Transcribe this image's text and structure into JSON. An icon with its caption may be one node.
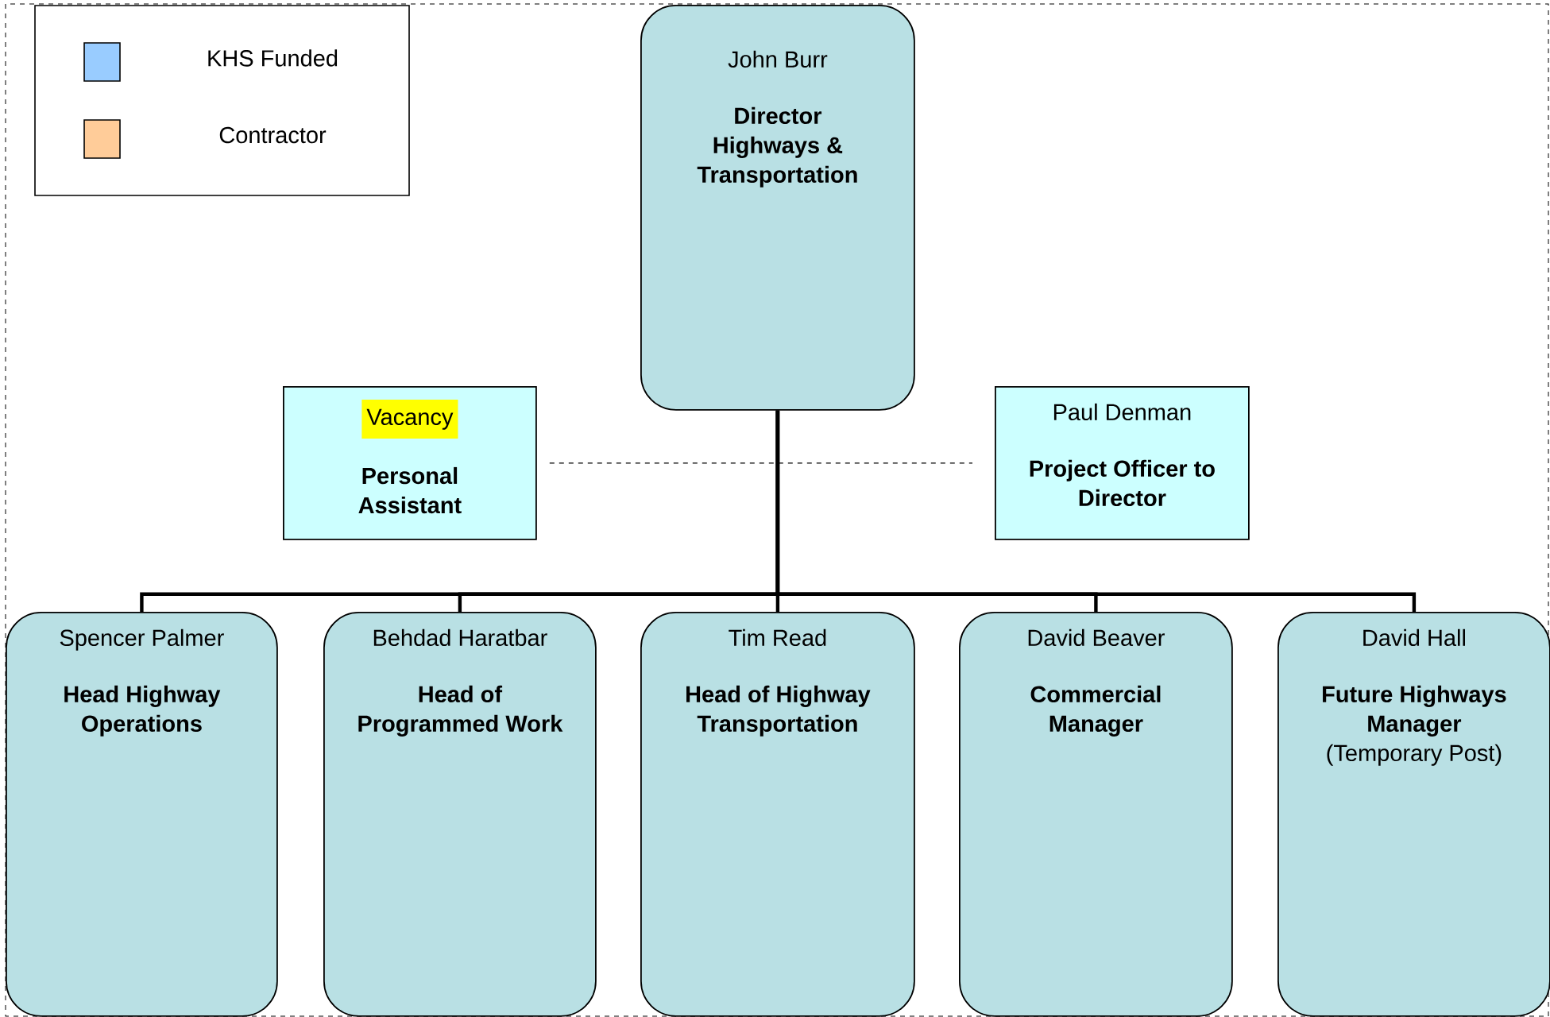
{
  "diagram": {
    "nodes": [
      {
        "text": [
          "John Burr",
          "Director Highways & Transportation"
        ]
      },
      {
        "text": [
          "Vacancy",
          "Personal Assistant"
        ]
      },
      {
        "text": [
          "Paul Denman",
          "Project Officer to Director"
        ]
      },
      {
        "text": [
          "Spencer Palmer",
          "Head Highway Operations"
        ]
      },
      {
        "text": [
          "Behdad Haratbar",
          "Head of Programmed Work"
        ]
      },
      {
        "text": [
          "Tim Read",
          "Head of Highway Transportation"
        ]
      },
      {
        "text": [
          "David Beaver",
          "Commercial Manager"
        ]
      },
      {
        "text": [
          "David Hall",
          "Future Highways Manager",
          "(Temporary Post)"
        ]
      }
    ],
    "edges": [
      {
        "from": 0,
        "to": 3,
        "arrow": "none"
      },
      {
        "from": 0,
        "to": 4,
        "arrow": "none"
      },
      {
        "from": 0,
        "to": 5,
        "arrow": "none"
      },
      {
        "from": 0,
        "to": 6,
        "arrow": "none"
      },
      {
        "from": 0,
        "to": 7,
        "arrow": "none"
      },
      {
        "from": 1,
        "to": 2,
        "arrow": "none",
        "style": "dashed"
      }
    ],
    "legend": [
      {
        "text": "KHS Funded",
        "color": "#99ccff"
      },
      {
        "text": "Contractor",
        "color": "#ffcc99"
      }
    ]
  }
}
